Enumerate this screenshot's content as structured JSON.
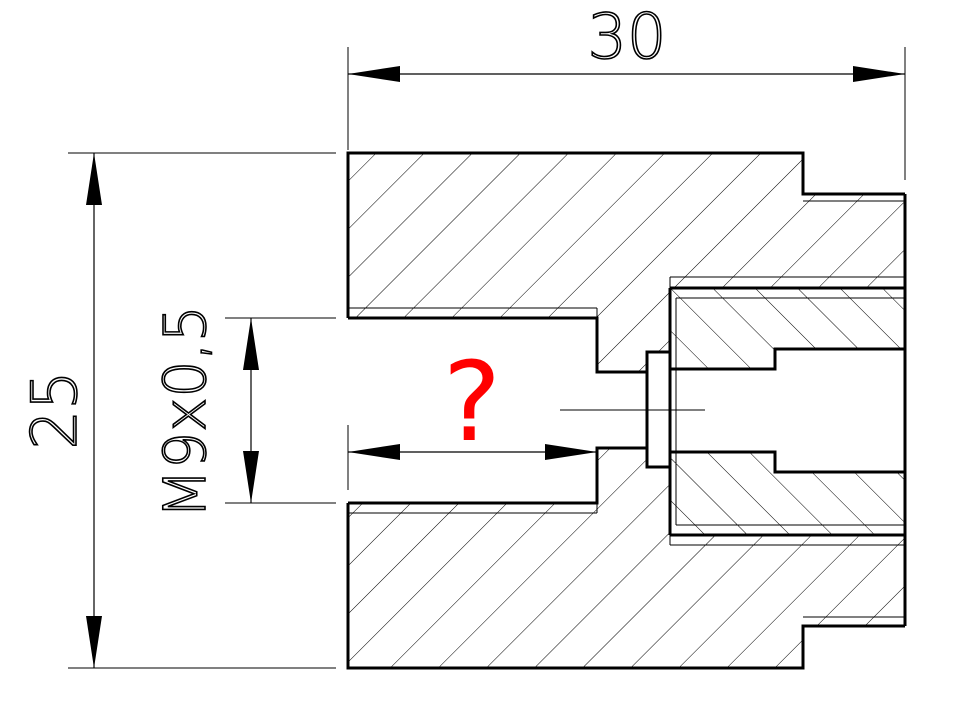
{
  "dimensions": {
    "width_overall": "30",
    "height_overall": "25",
    "thread_spec": "M9x0,5",
    "unknown_depth": "?"
  },
  "colors": {
    "line": "#000000",
    "question_mark": "#ff0000",
    "background": "#ffffff"
  }
}
